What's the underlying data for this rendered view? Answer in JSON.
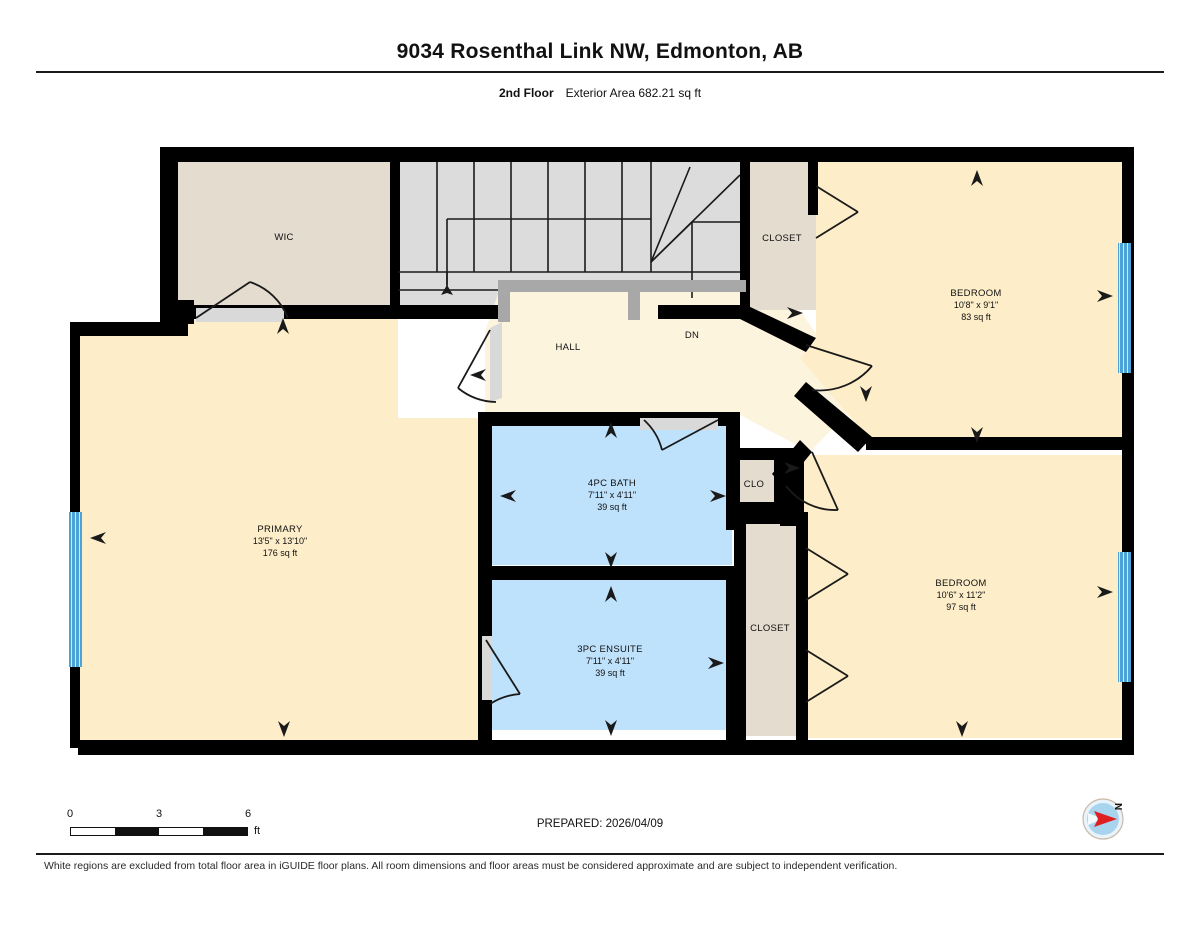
{
  "header": {
    "title": "9034 Rosenthal Link NW, Edmonton, AB",
    "floor_label": "2nd Floor",
    "area_label": "Exterior Area 682.21 sq ft"
  },
  "rooms": [
    {
      "id": "wic",
      "name": "WIC",
      "dimensions": "",
      "area": ""
    },
    {
      "id": "closet-1",
      "name": "CLOSET",
      "dimensions": "",
      "area": ""
    },
    {
      "id": "bedroom-1",
      "name": "BEDROOM",
      "dimensions": "10'8\" x 9'1\"",
      "area": "83 sq ft"
    },
    {
      "id": "hall",
      "name": "HALL",
      "dimensions": "",
      "area": ""
    },
    {
      "id": "dn",
      "name": "DN",
      "dimensions": "",
      "area": ""
    },
    {
      "id": "primary",
      "name": "PRIMARY",
      "dimensions": "13'5\" x 13'10\"",
      "area": "176 sq ft"
    },
    {
      "id": "bath-4pc",
      "name": "4PC BATH",
      "dimensions": "7'11\" x 4'11\"",
      "area": "39 sq ft"
    },
    {
      "id": "clo",
      "name": "CLO",
      "dimensions": "",
      "area": ""
    },
    {
      "id": "ensuite-3pc",
      "name": "3PC ENSUITE",
      "dimensions": "7'11\" x 4'11\"",
      "area": "39 sq ft"
    },
    {
      "id": "closet-2",
      "name": "CLOSET",
      "dimensions": "",
      "area": ""
    },
    {
      "id": "bedroom-2",
      "name": "BEDROOM",
      "dimensions": "10'6\" x 11'2\"",
      "area": "97 sq ft"
    }
  ],
  "scalebar": {
    "tick_0": "0",
    "tick_3": "3",
    "tick_6": "6",
    "unit": "ft"
  },
  "compass": {
    "north_label": "N"
  },
  "footer": {
    "prepared": "PREPARED: 2026/04/09",
    "disclaimer": "White regions are excluded from total floor area in iGUIDE floor plans. All room dimensions and floor areas must be considered approximate and are subject to independent verification."
  },
  "colors": {
    "wall": "#000000",
    "living_fill": "#fdeec9",
    "closet_fill": "#e4dccf",
    "bath_fill": "#bfe2fc",
    "stair_fill": "#dcdcdc",
    "hall_fill": "#fdf4de",
    "window_blue": "#4ba3d8",
    "door_swing_fill": "#d9d9d9",
    "compass_body": "#bfdff2",
    "compass_needle": "#e02020"
  }
}
